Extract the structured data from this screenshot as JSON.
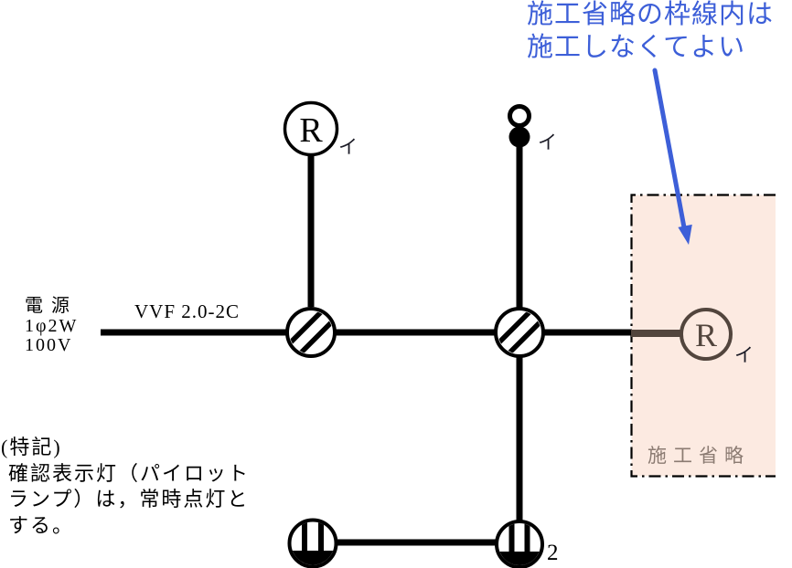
{
  "colors": {
    "ink": "#000000",
    "blue": "#3d5fd8",
    "box-fill": "#fceae1",
    "brown": "#52453d",
    "muted": "#8b7b72"
  },
  "annotation": {
    "line1": "施工省略の枠線内は",
    "line2": "施工しなくてよい"
  },
  "power_source": {
    "line1": "電 源",
    "line2": "1φ2W",
    "line3": "100V"
  },
  "cable": {
    "label": "VVF 2.0-2C"
  },
  "special_note": {
    "heading": "(特記)",
    "line1": "確認表示灯（パイロット",
    "line2": "ランプ）は，常時点灯と",
    "line3": "する。"
  },
  "omission_area": {
    "label": "施工省略"
  },
  "symbols": {
    "receptacle_top": {
      "letter": "R",
      "circuit_tag": "イ"
    },
    "ceiling_light": {
      "circuit_tag": "イ"
    },
    "receptacle_omitted": {
      "letter": "R",
      "circuit_tag": "イ"
    },
    "outlet_double": {
      "count": "2"
    }
  }
}
